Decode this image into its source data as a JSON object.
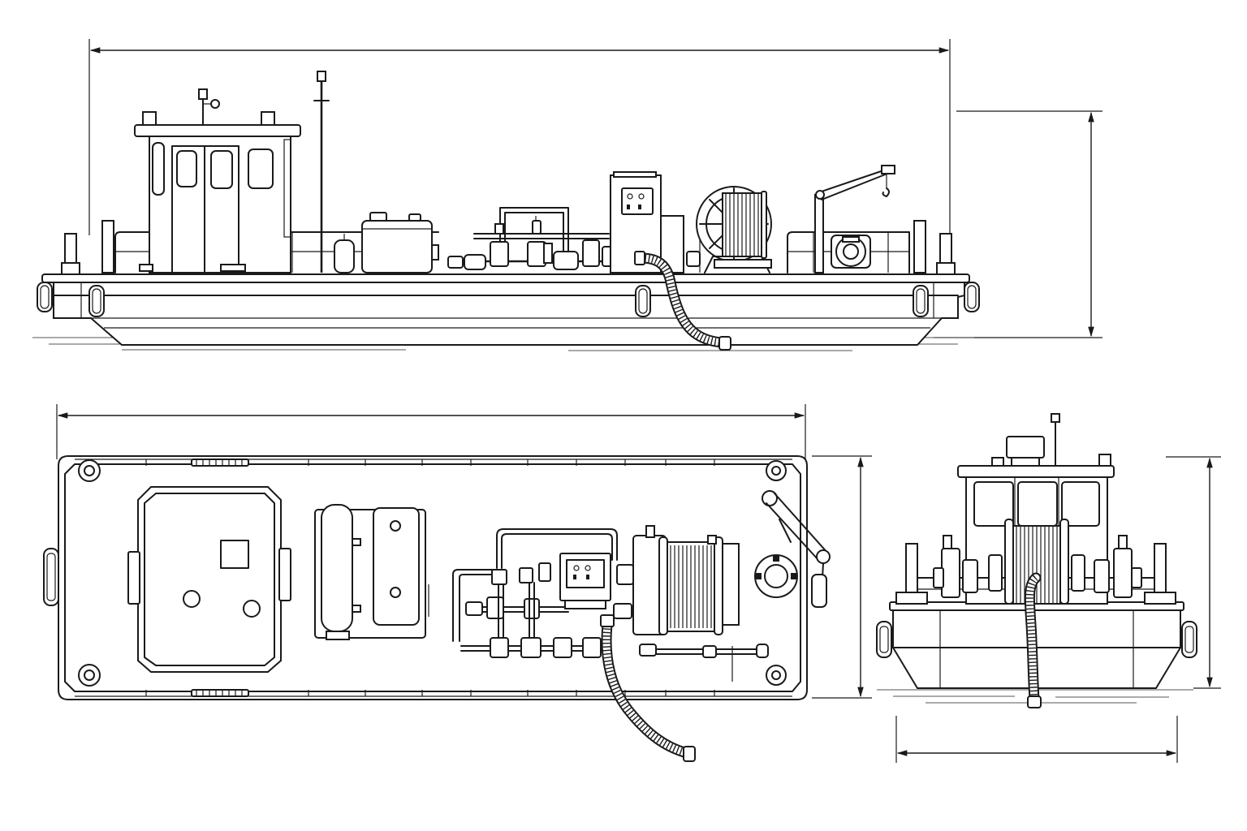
{
  "drawing": {
    "views": [
      {
        "id": "side",
        "name": "side-elevation-view"
      },
      {
        "id": "plan",
        "name": "plan-view"
      },
      {
        "id": "end",
        "name": "end-elevation-view"
      }
    ],
    "equipment": [
      "wheelhouse",
      "mast",
      "storage-tank",
      "pump-manifold",
      "control-cabinet",
      "hose-reel",
      "deck-crane",
      "life-ring",
      "suction-hose",
      "bollards",
      "fenders",
      "handrails"
    ],
    "line_color": "#1a1a1a",
    "background_color": "#ffffff"
  }
}
